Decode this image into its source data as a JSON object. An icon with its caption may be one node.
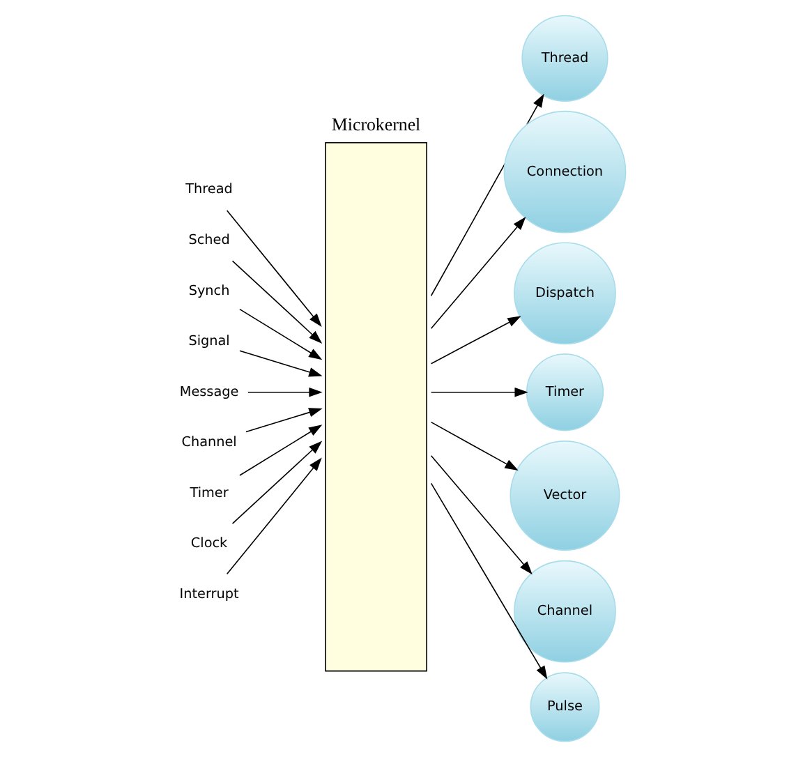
{
  "diagram": {
    "nodes": [
      {
        "text": [
          "Microkernel"
        ]
      },
      {
        "text": [
          "Thread"
        ]
      },
      {
        "text": [
          "Sched"
        ]
      },
      {
        "text": [
          "Synch"
        ]
      },
      {
        "text": [
          "Signal"
        ]
      },
      {
        "text": [
          "Message"
        ]
      },
      {
        "text": [
          "Channel"
        ]
      },
      {
        "text": [
          "Timer"
        ]
      },
      {
        "text": [
          "Clock"
        ]
      },
      {
        "text": [
          "Interrupt"
        ]
      },
      {
        "text": [
          "Thread"
        ]
      },
      {
        "text": [
          "Connection"
        ]
      },
      {
        "text": [
          "Dispatch"
        ]
      },
      {
        "text": [
          "Timer"
        ]
      },
      {
        "text": [
          "Vector"
        ]
      },
      {
        "text": [
          "Channel"
        ]
      },
      {
        "text": [
          "Pulse"
        ]
      }
    ],
    "edges": [
      {
        "from": 1,
        "to": 0,
        "arrow": "to"
      },
      {
        "from": 2,
        "to": 0,
        "arrow": "to"
      },
      {
        "from": 3,
        "to": 0,
        "arrow": "to"
      },
      {
        "from": 4,
        "to": 0,
        "arrow": "to"
      },
      {
        "from": 5,
        "to": 0,
        "arrow": "to"
      },
      {
        "from": 6,
        "to": 0,
        "arrow": "to"
      },
      {
        "from": 7,
        "to": 0,
        "arrow": "to"
      },
      {
        "from": 8,
        "to": 0,
        "arrow": "to"
      },
      {
        "from": 9,
        "to": 0,
        "arrow": "to"
      },
      {
        "from": 0,
        "to": 10,
        "arrow": "to"
      },
      {
        "from": 0,
        "to": 11,
        "arrow": "to"
      },
      {
        "from": 0,
        "to": 12,
        "arrow": "to"
      },
      {
        "from": 0,
        "to": 13,
        "arrow": "to"
      },
      {
        "from": 0,
        "to": 14,
        "arrow": "to"
      },
      {
        "from": 0,
        "to": 15,
        "arrow": "to"
      },
      {
        "from": 0,
        "to": 16,
        "arrow": "to"
      }
    ]
  }
}
